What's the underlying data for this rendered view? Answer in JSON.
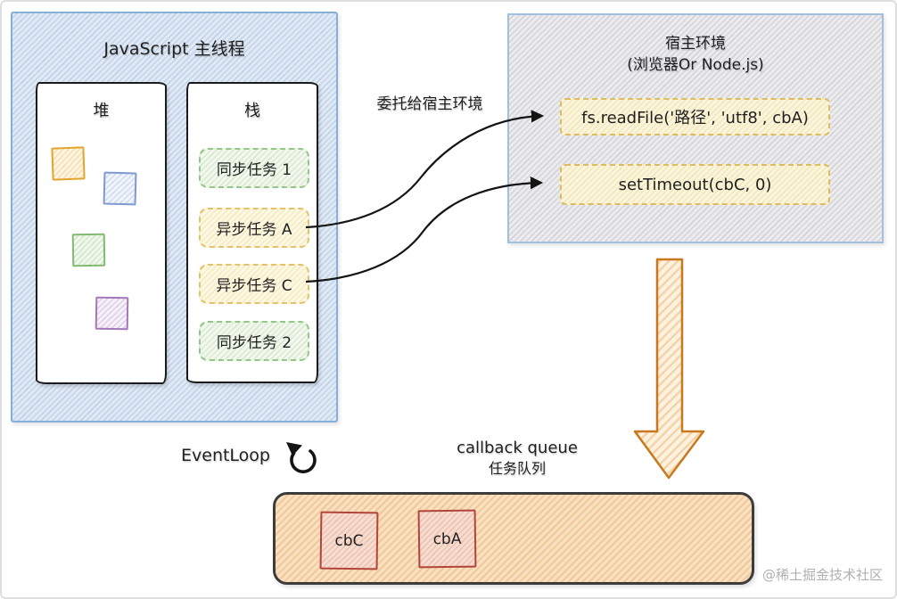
{
  "main_thread": {
    "title": "JavaScript 主线程",
    "heap": {
      "label": "堆",
      "squares": [
        {
          "name": "orange-object",
          "color": "#e3a42c"
        },
        {
          "name": "blue-object",
          "color": "#8099cf"
        },
        {
          "name": "green-object",
          "color": "#82ba74"
        },
        {
          "name": "purple-object",
          "color": "#a378b8"
        }
      ]
    },
    "stack": {
      "label": "栈",
      "tasks": [
        {
          "label": "同步任务 1",
          "type": "sync"
        },
        {
          "label": "异步任务 A",
          "type": "async"
        },
        {
          "label": "异步任务 C",
          "type": "async"
        },
        {
          "label": "同步任务 2",
          "type": "sync"
        }
      ]
    }
  },
  "delegate_arrow_label": "委托给宿主环境",
  "host_env": {
    "title_line1": "宿主环境",
    "title_line2": "(浏览器Or Node.js)",
    "calls": [
      {
        "label": "fs.readFile('路径', 'utf8', cbA)"
      },
      {
        "label": "setTimeout(cbC, 0)"
      }
    ]
  },
  "event_loop": {
    "label": "EventLoop",
    "icon": "counterclockwise-loop-arrow"
  },
  "callback_queue": {
    "title_en": "callback queue",
    "title_zh": "任务队列",
    "items": [
      {
        "label": "cbC"
      },
      {
        "label": "cbA"
      }
    ]
  },
  "watermark": "@稀土掘金技术社区",
  "colors": {
    "main_thread_fill": "#e0eaf6",
    "main_thread_border": "#85aed8",
    "host_fill": "#ececef",
    "host_border": "#a3bfde",
    "sync_task_border": "#93c788",
    "async_task_border": "#e2c26d",
    "queue_fill": "#f8e0c2",
    "callback_box_border": "#b2453b",
    "big_arrow_border": "#c8791e",
    "arrow_stroke": "#141414"
  }
}
